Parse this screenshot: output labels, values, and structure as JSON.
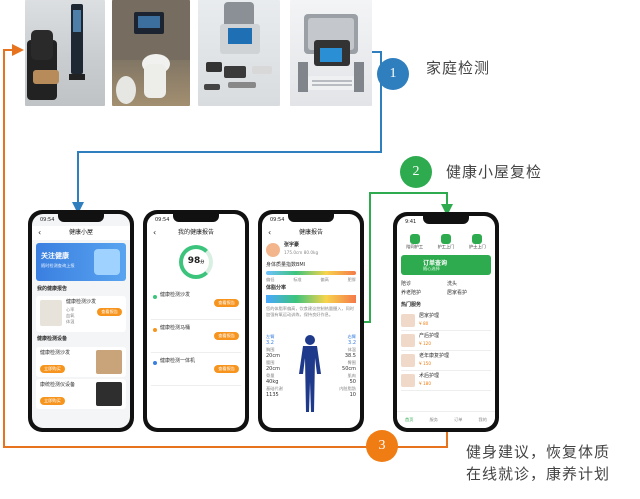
{
  "steps": [
    {
      "num": "1",
      "label": "家庭检测",
      "color": "#2f7fbf"
    },
    {
      "num": "2",
      "label": "健康小屋复检",
      "color": "#2eab4f"
    },
    {
      "num": "3",
      "label": "健身建议，恢复体质",
      "label2": "在线就诊，康养计划",
      "color": "#f07d14"
    }
  ],
  "arrows": {
    "blue": "#2f7fbf",
    "green": "#2eab4f",
    "orange": "#e8731e"
  },
  "phone1": {
    "time": "09:54",
    "title": "健康小屋",
    "banner_title": "关注健康",
    "banner_sub": "随时检测查询上报",
    "section1": "我的健康报告",
    "item1_title": "健康检测沙发",
    "item1_rows": [
      "心率",
      "血氧",
      "体温"
    ],
    "item1_btn": "查看报告",
    "section2": "健康检测设备",
    "dev1_title": "健康检测沙发",
    "dev1_btn": "立即购买",
    "dev2_title": "康统检测仪设备",
    "dev2_btn": "立即购买"
  },
  "phone2": {
    "time": "09:54",
    "title": "我的健康报告",
    "score": "98",
    "score_unit": "分",
    "reports": [
      {
        "name": "健康检测沙发",
        "btn": "查看报告"
      },
      {
        "name": "健康检测马桶",
        "btn": "查看报告"
      },
      {
        "name": "健康检测一体机",
        "btn": "查看报告"
      }
    ]
  },
  "phone3": {
    "time": "09:54",
    "title": "健康报告",
    "user": "张宇豪",
    "h": "175.0",
    "w": "80.0",
    "bmi_title": "身体质量指数BMI",
    "tabs": [
      "偏低",
      "标准",
      "偏高",
      "肥胖"
    ],
    "fat_title": "体脂分率",
    "fat_text": "您的体脂率偏高，饮食建议控制热量摄入，同时加强有氧运动训练，保持良好作息。",
    "left_vals": [
      "3.2",
      "20cm",
      "20cm",
      "40kg",
      "1135"
    ],
    "right_vals": [
      "3.2",
      "38.5",
      "50cm",
      "50",
      "10"
    ],
    "left_labels": [
      "左臂",
      "胸围",
      "腰围",
      "骨量",
      "基础代谢"
    ],
    "right_labels": [
      "右臂",
      "体温",
      "臀围",
      "肌肉",
      "内脏脂肪"
    ]
  },
  "phone4": {
    "time": "9:41",
    "icons": [
      "陪同护工",
      "护工上门",
      "护士上门"
    ],
    "banner_title": "订单查询",
    "banner_sub": "随心选择",
    "services": [
      "陪诊",
      "洗头",
      "养老陪护",
      "居家看护"
    ],
    "hot_title": "热门服务",
    "hot_items": [
      {
        "name": "居家护理",
        "price": "¥ 80"
      },
      {
        "name": "产后护理",
        "price": "¥ 120"
      },
      {
        "name": "老年康复护理",
        "price": "¥ 150"
      },
      {
        "name": "术后护理",
        "price": "¥ 180"
      }
    ],
    "nav": [
      "首页",
      "服务",
      "订单",
      "我的"
    ]
  }
}
